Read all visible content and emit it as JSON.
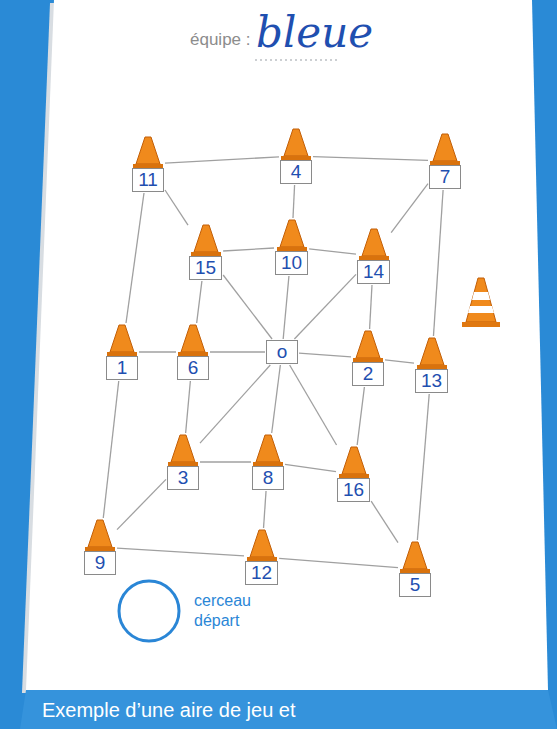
{
  "diagram": {
    "caption": "Exemple d’une aire de jeu et",
    "nodes": [
      {
        "text": [
          "11"
        ]
      },
      {
        "text": [
          "4"
        ]
      },
      {
        "text": [
          "7"
        ]
      },
      {
        "text": [
          "15"
        ]
      },
      {
        "text": [
          "10"
        ]
      },
      {
        "text": [
          "14"
        ]
      },
      {
        "text": [
          "1"
        ]
      },
      {
        "text": [
          "6"
        ]
      },
      {
        "text": [
          "o"
        ]
      },
      {
        "text": [
          "2"
        ]
      },
      {
        "text": [
          "13"
        ]
      },
      {
        "text": [
          "3"
        ]
      },
      {
        "text": [
          "8"
        ]
      },
      {
        "text": [
          "16"
        ]
      },
      {
        "text": [
          "9"
        ]
      },
      {
        "text": [
          "12"
        ]
      },
      {
        "text": [
          "5"
        ]
      },
      {
        "text": [
          "cerceau départ"
        ]
      }
    ],
    "edges": [
      {
        "from": 0,
        "to": 1,
        "arrow": "none"
      },
      {
        "from": 1,
        "to": 2,
        "arrow": "none"
      },
      {
        "from": 2,
        "to": 10,
        "arrow": "none"
      },
      {
        "from": 10,
        "to": 16,
        "arrow": "none"
      },
      {
        "from": 16,
        "to": 15,
        "arrow": "none"
      },
      {
        "from": 15,
        "to": 14,
        "arrow": "none"
      },
      {
        "from": 14,
        "to": 6,
        "arrow": "none"
      },
      {
        "from": 6,
        "to": 0,
        "arrow": "none"
      },
      {
        "from": 3,
        "to": 4,
        "arrow": "none"
      },
      {
        "from": 4,
        "to": 5,
        "arrow": "none"
      },
      {
        "from": 5,
        "to": 9,
        "arrow": "none"
      },
      {
        "from": 9,
        "to": 13,
        "arrow": "none"
      },
      {
        "from": 13,
        "to": 12,
        "arrow": "none"
      },
      {
        "from": 12,
        "to": 11,
        "arrow": "none"
      },
      {
        "from": 11,
        "to": 7,
        "arrow": "none"
      },
      {
        "from": 7,
        "to": 3,
        "arrow": "none"
      },
      {
        "from": 0,
        "to": 3,
        "arrow": "none"
      },
      {
        "from": 1,
        "to": 4,
        "arrow": "none"
      },
      {
        "from": 2,
        "to": 5,
        "arrow": "none"
      },
      {
        "from": 6,
        "to": 7,
        "arrow": "none"
      },
      {
        "from": 10,
        "to": 9,
        "arrow": "none"
      },
      {
        "from": 14,
        "to": 11,
        "arrow": "none"
      },
      {
        "from": 15,
        "to": 12,
        "arrow": "none"
      },
      {
        "from": 16,
        "to": 13,
        "arrow": "none"
      },
      {
        "from": 8,
        "to": 3,
        "arrow": "none"
      },
      {
        "from": 8,
        "to": 4,
        "arrow": "none"
      },
      {
        "from": 8,
        "to": 5,
        "arrow": "none"
      },
      {
        "from": 8,
        "to": 7,
        "arrow": "none"
      },
      {
        "from": 8,
        "to": 9,
        "arrow": "none"
      },
      {
        "from": 8,
        "to": 11,
        "arrow": "none"
      },
      {
        "from": 8,
        "to": 12,
        "arrow": "none"
      },
      {
        "from": 8,
        "to": 13,
        "arrow": "none"
      }
    ],
    "labels": [
      "équipe :",
      "bleue"
    ]
  }
}
